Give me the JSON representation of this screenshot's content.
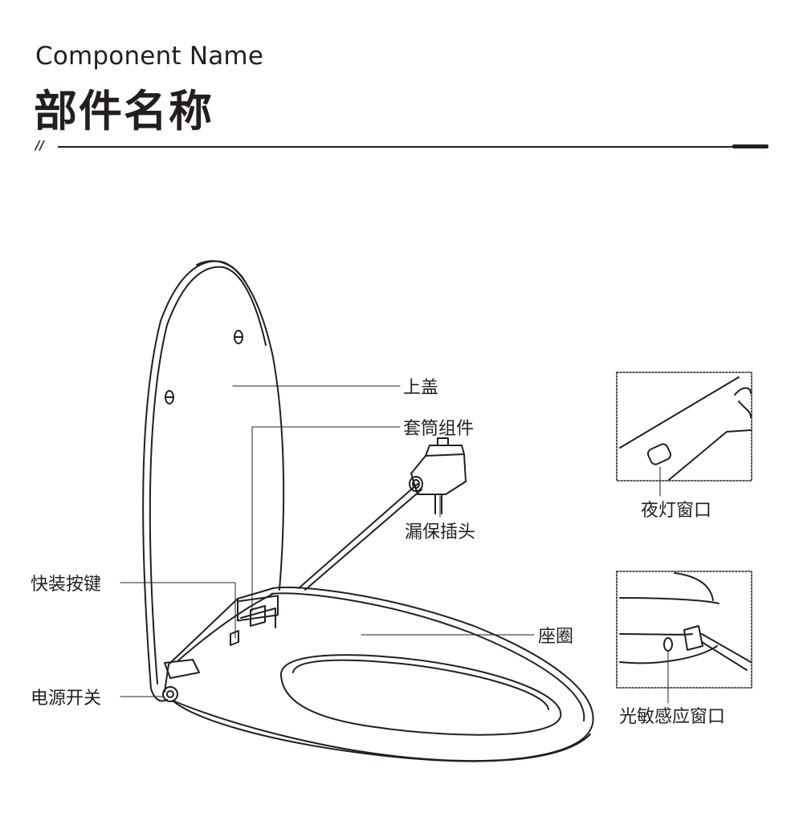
{
  "header": {
    "title_en": "Component Name",
    "title_cn": "部件名称",
    "divider_mark": "//"
  },
  "labels": {
    "top_cover": "上盖",
    "sleeve_assembly": "套筒组件",
    "leakage_plug": "漏保插头",
    "quick_release_button": "快装按键",
    "seat_ring": "座圈",
    "power_switch": "电源开关",
    "night_light_window": "夜灯窗口",
    "light_sensor_window": "光敏感应窗口"
  },
  "colors": {
    "ink": "#231f20",
    "background": "#ffffff"
  }
}
